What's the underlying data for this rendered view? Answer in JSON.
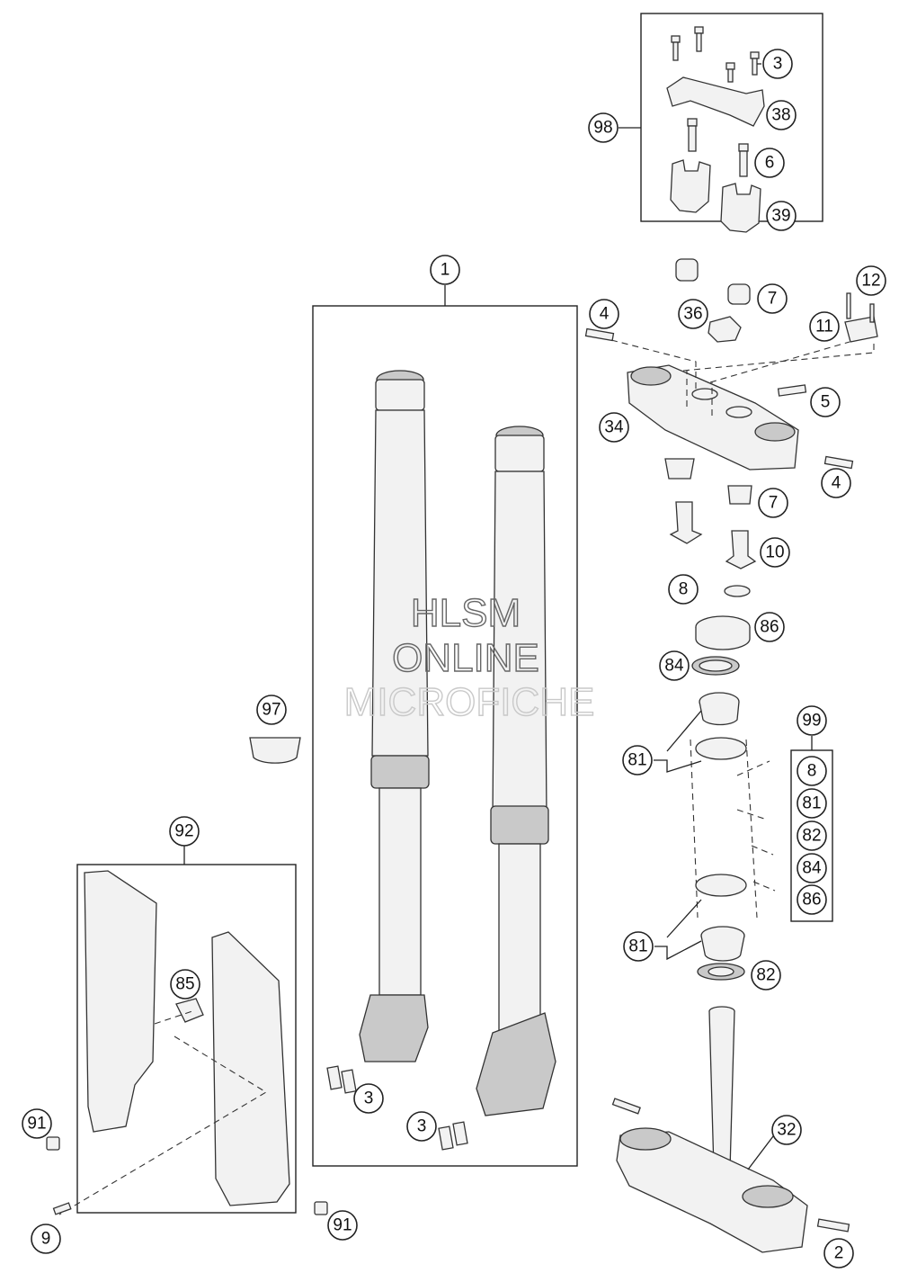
{
  "watermark": {
    "line1": "HLSM",
    "line2": "ONLINE",
    "line3": "MICROFICHE"
  },
  "callouts": {
    "c3_kit": "3",
    "c38": "38",
    "c98": "98",
    "c6": "6",
    "c39": "39",
    "c1": "1",
    "c12": "12",
    "c4_top": "4",
    "c7_top": "7",
    "c36": "36",
    "c11": "11",
    "c5": "5",
    "c34": "34",
    "c4_bottom": "4",
    "c7_bottom": "7",
    "c10": "10",
    "c8": "8",
    "c86": "86",
    "c84": "84",
    "c97": "97",
    "c99": "99",
    "c81_top": "81",
    "c92": "92",
    "c81_bottom": "81",
    "c82": "82",
    "c85": "85",
    "c3_fork_left": "3",
    "c3_fork_right": "3",
    "c91_left": "91",
    "c91_bottom": "91",
    "c32": "32",
    "c9": "9",
    "c2": "2"
  },
  "kit99_items": [
    "8",
    "81",
    "82",
    "84",
    "86"
  ]
}
